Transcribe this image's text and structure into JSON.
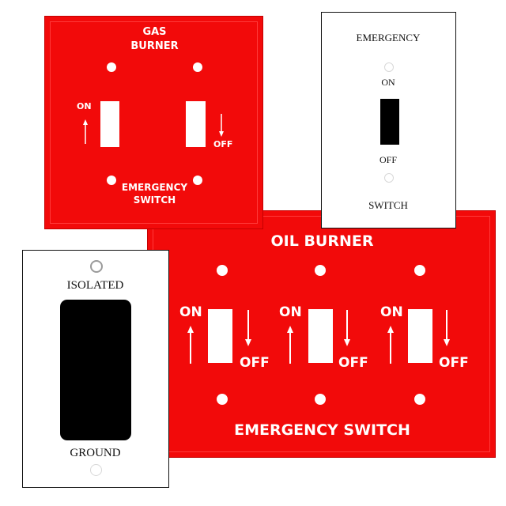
{
  "gas_plate": {
    "title_line1": "GAS",
    "title_line2": "BURNER",
    "left_label": "ON",
    "right_label": "OFF",
    "bottom_line1": "EMERGENCY",
    "bottom_line2": "SWITCH"
  },
  "emergency_plate": {
    "title": "EMERGENCY",
    "on_label": "ON",
    "off_label": "OFF",
    "bottom": "SWITCH"
  },
  "oil_plate": {
    "title": "OIL BURNER",
    "switch1_on": "ON",
    "switch1_off": "OFF",
    "switch2_on": "ON",
    "switch2_off": "OFF",
    "switch3_on": "ON",
    "switch3_off": "OFF",
    "bottom": "EMERGENCY SWITCH"
  },
  "isolated_plate": {
    "top": "ISOLATED",
    "bottom": "GROUND"
  },
  "colors": {
    "plate_red": "#f20a0a",
    "plate_white": "#ffffff",
    "rocker": "#000000"
  }
}
